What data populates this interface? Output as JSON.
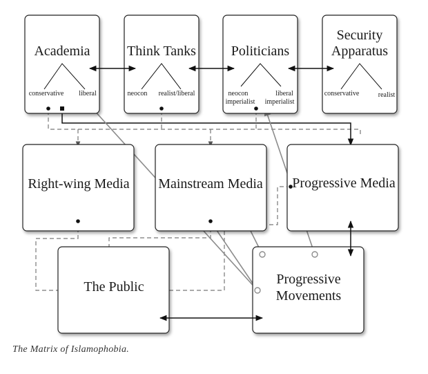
{
  "nodes": {
    "academia": {
      "title": "Academia",
      "left": "conservative",
      "right": "liberal"
    },
    "think_tanks": {
      "title": "Think Tanks",
      "left": "neocon",
      "right": "realist/liberal"
    },
    "politicians": {
      "title": "Politicians",
      "left_line1": "neocon",
      "left_line2": "imperialist",
      "right_line1": "liberal",
      "right_line2": "imperialist"
    },
    "security": {
      "title_line1": "Security",
      "title_line2": "Apparatus",
      "left": "conservative",
      "right": "realist"
    },
    "right_wing_media": {
      "title": "Right-wing Media"
    },
    "mainstream_media": {
      "title": "Mainstream Media"
    },
    "progressive_media": {
      "title": "Progressive Media"
    },
    "public": {
      "title": "The Public"
    },
    "progressive_movements": {
      "title_line1": "Progressive",
      "title_line2": "Movements"
    }
  },
  "caption": "The Matrix of Islamophobia.",
  "colors": {
    "solid": "#111111",
    "dashed": "#777777",
    "gray": "#8c8c8c"
  }
}
